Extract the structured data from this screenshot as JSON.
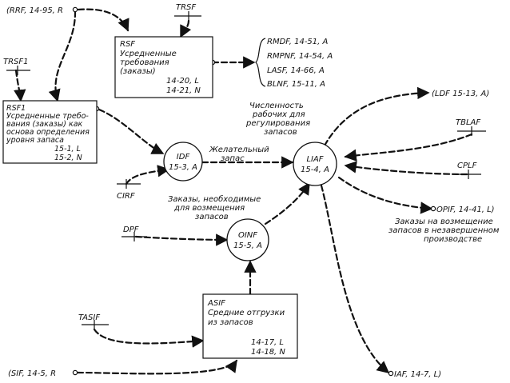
{
  "sources": {
    "rrf": "(RRF, 14-95, R",
    "trsf": "TRSF",
    "trsf1": "TRSF1",
    "cirf": "CIRF",
    "dpf": "DPF",
    "tasif": "TASIF",
    "sif": "(SIF, 14-5, R"
  },
  "boxes": {
    "rsf": {
      "lines": [
        "RSF",
        "Усредненные",
        "требования",
        "(заказы)",
        "14-20, L",
        "14-21, N"
      ]
    },
    "rsf1": {
      "lines": [
        "RSF1",
        "Усредненные требо-",
        "вания (заказы) как",
        "основа определения",
        "уровня запаса",
        "15-1, L",
        "15-2, N"
      ]
    },
    "asif": {
      "lines": [
        "ASIF",
        "Средние отгрузки",
        "из запасов",
        "14-17, L",
        "14-18, N"
      ]
    }
  },
  "circles": {
    "idf": {
      "name": "IDF",
      "ref": "15-3, A"
    },
    "liaf": {
      "name": "LIAF",
      "ref": "15-4, A"
    },
    "oinf": {
      "name": "OINF",
      "ref": "15-5, A"
    }
  },
  "outputs": {
    "rmdf": "RMDF,  14-51, A",
    "rmpnf": "RMPNF, 14-54, A",
    "lasf": "LASF,  14-66, A",
    "blnf": "BLNF,  15-11, A",
    "ldf": "(LDF 15-13, A)",
    "tblaf": "TBLAF",
    "cplf": "CPLF",
    "opif": "OPIF, 14-41, L)",
    "iaf": "IAF, 14-7, L)"
  },
  "annotations": {
    "desired": [
      "Желательный",
      "запас"
    ],
    "workforce": [
      "Численность",
      "рабочих для",
      "регулирования",
      "запасов"
    ],
    "orders_needed": [
      "Заказы, необходимые",
      "для возмещения",
      "запасов"
    ],
    "orders_wip": [
      "Заказы на возмещение",
      "запасов в незавершенном",
      "производстве"
    ]
  }
}
